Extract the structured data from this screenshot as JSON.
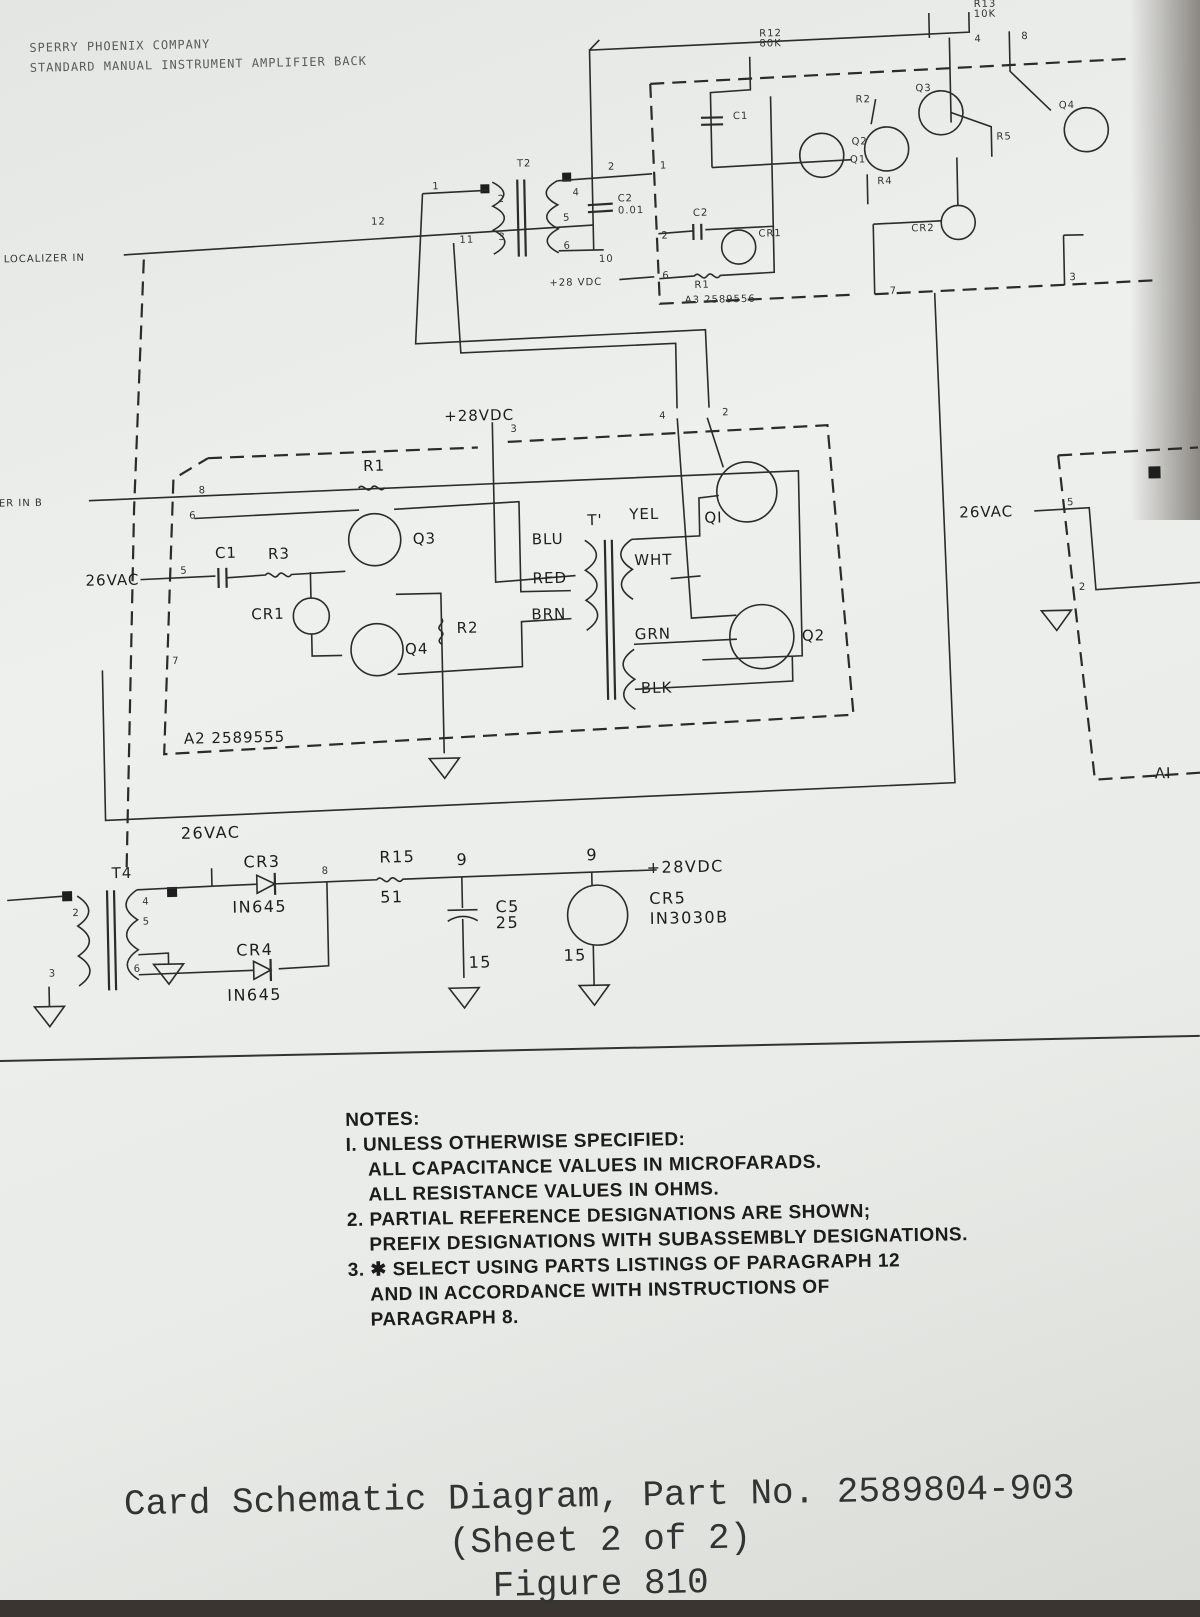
{
  "header": {
    "company": "SPERRY PHOENIX COMPANY",
    "manual": "STANDARD MANUAL INSTRUMENT AMPLIFIER BACK"
  },
  "inputs": {
    "localizer_in": "LOCALIZER IN",
    "er_in": "ER IN B"
  },
  "a3": {
    "label": "A3 2589556",
    "supply": "+28 VDC",
    "components": {
      "T2": "T2",
      "C1": "C1",
      "C2a": "C2",
      "C2a_val": "0.01",
      "C2b": "C2",
      "CR1": "CR1",
      "R1": "R1",
      "Q1": "Q1",
      "Q2": "Q2",
      "Q3": "Q3",
      "Q4": "Q4",
      "R2": "R2",
      "R4": "R4",
      "R5": "R5",
      "CR2": "CR2",
      "R12": "R12",
      "R12_val": "80K",
      "R13": "R13",
      "R13_val": "10K"
    }
  },
  "a2": {
    "label": "A2 2589555",
    "supply": "+28VDC",
    "ac": "26VAC",
    "components": {
      "R1": "R1",
      "C1": "C1",
      "R3": "R3",
      "CR1": "CR1",
      "Q3": "Q3",
      "Q4": "Q4",
      "R2": "R2",
      "T1": "T'",
      "Q1": "QI",
      "Q2": "Q2"
    },
    "wires": {
      "blu": "BLU",
      "red": "RED",
      "brn": "BRN",
      "yel": "YEL",
      "wht": "WHT",
      "grn": "GRN",
      "blk": "BLK"
    }
  },
  "a1": {
    "label": "AI",
    "ac": "26VAC"
  },
  "power": {
    "ac": "26VAC",
    "T4": "T4",
    "CR3": "CR3",
    "CR3_part": "IN645",
    "CR4": "CR4",
    "CR4_part": "IN645",
    "R15": "R15",
    "R15_val": "51",
    "C5": "C5",
    "C5_val": "25",
    "CR5": "CR5",
    "CR5_part": "IN3030B",
    "out": "+28VDC"
  },
  "pins": {
    "p1": "1",
    "p2": "2",
    "p3": "3",
    "p4": "4",
    "p5": "5",
    "p6": "6",
    "p7": "7",
    "p8": "8",
    "p9": "9",
    "p10": "10",
    "p11": "11",
    "p12": "12",
    "p15": "15"
  },
  "notes": {
    "title": "NOTES:",
    "n1": "I. UNLESS OTHERWISE SPECIFIED:",
    "n1a": "ALL CAPACITANCE VALUES IN MICROFARADS.",
    "n1b": "ALL RESISTANCE VALUES IN OHMS.",
    "n2": "2. PARTIAL REFERENCE DESIGNATIONS ARE SHOWN;",
    "n2a": "PREFIX DESIGNATIONS WITH SUBASSEMBLY DESIGNATIONS.",
    "n3": "3. ✱ SELECT USING PARTS LISTINGS OF PARAGRAPH 12",
    "n3a": "AND IN ACCORDANCE WITH INSTRUCTIONS OF",
    "n3b": "PARAGRAPH 8."
  },
  "caption": {
    "line1": "Card Schematic Diagram, Part No. 2589804-903",
    "line2": "(Sheet 2 of 2)",
    "line3": "Figure 810"
  }
}
